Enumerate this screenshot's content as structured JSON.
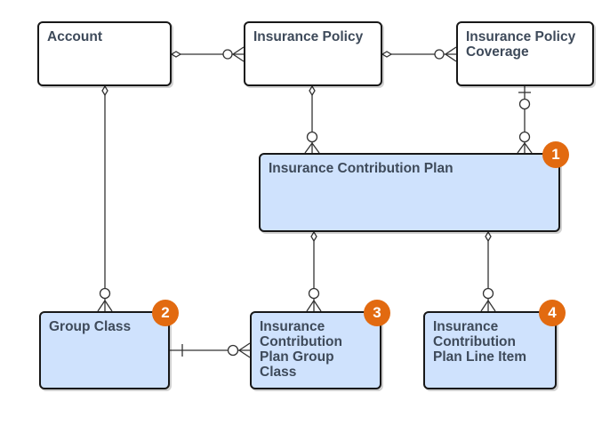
{
  "entities": {
    "account": "Account",
    "insurance_policy": "Insurance Policy",
    "insurance_policy_coverage": "Insurance Policy\nCoverage",
    "contribution_plan": "Insurance Contribution Plan",
    "group_class": "Group Class",
    "plan_group_class": "Insurance\nContribution\nPlan Group\nClass",
    "plan_line_item": "Insurance\nContribution\nPlan Line Item"
  },
  "badges": [
    "1",
    "2",
    "3",
    "4"
  ],
  "colors": {
    "highlight_fill": "#cfe2fd",
    "box_border": "#181818",
    "text": "#3e4a5a",
    "badge": "#e26a10",
    "line": "#333333"
  }
}
